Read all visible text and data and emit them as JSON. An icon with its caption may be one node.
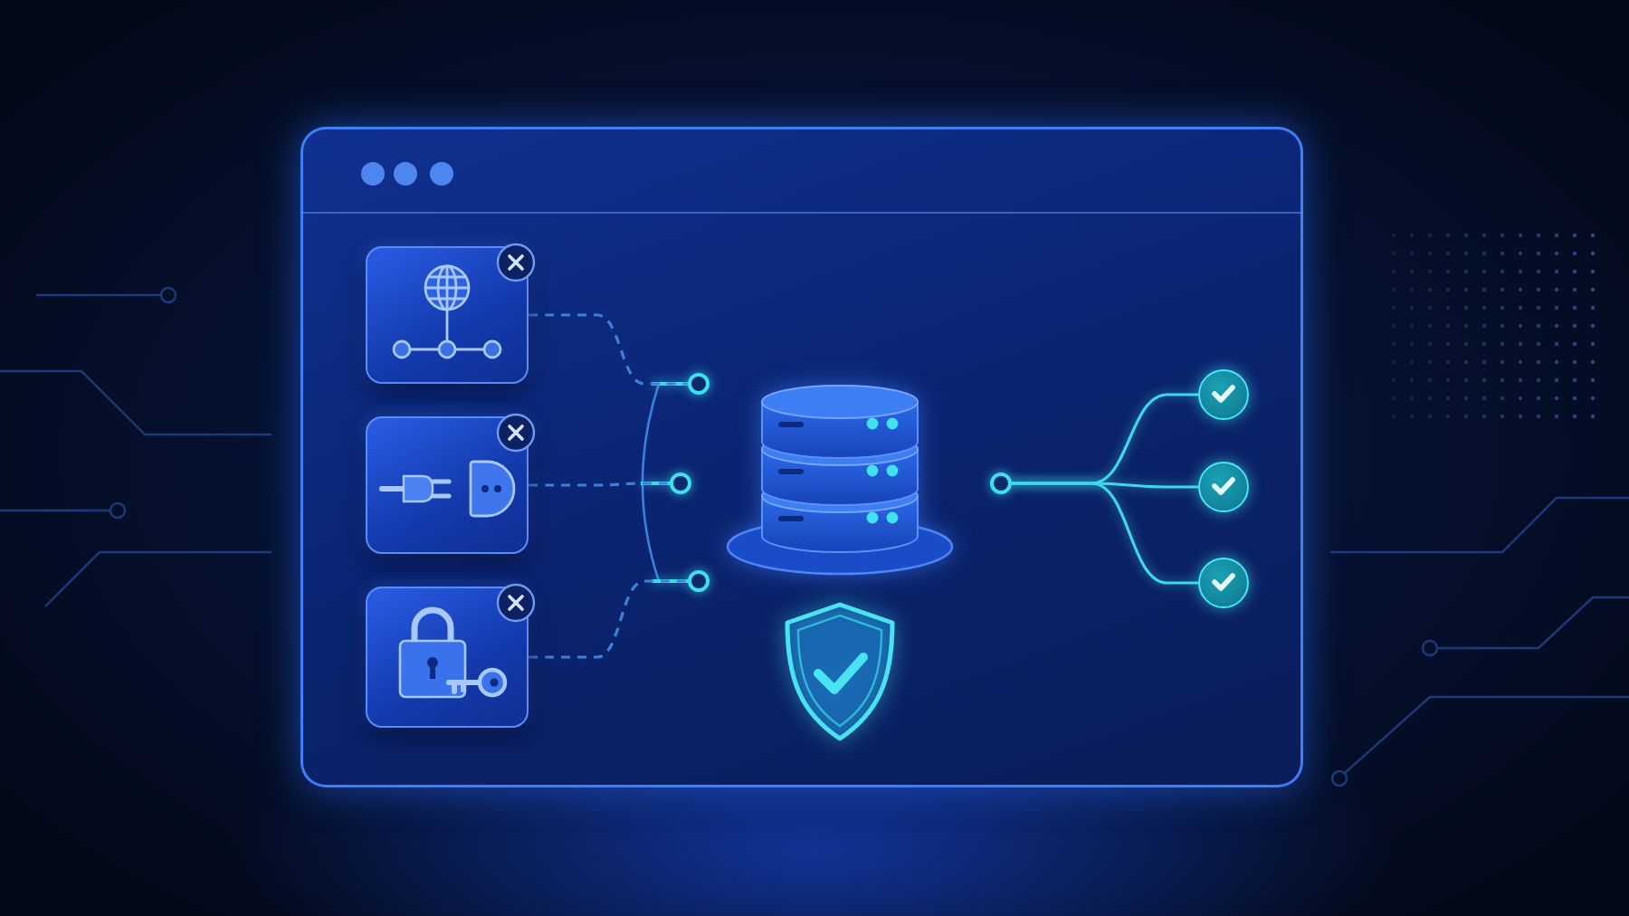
{
  "diagram": {
    "nodes": [
      {
        "text": [],
        "shape": "box"
      },
      {
        "text": [],
        "shape": "box",
        "in": 0
      },
      {
        "text": [],
        "shape": "box",
        "in": 0
      },
      {
        "text": [],
        "shape": "box",
        "in": 0
      },
      {
        "text": [],
        "shape": "circle",
        "in": 0
      },
      {
        "text": [],
        "shape": "circle",
        "in": 0
      },
      {
        "text": [],
        "shape": "circle",
        "in": 0
      },
      {
        "text": [],
        "shape": "cylinder",
        "in": 0
      },
      {
        "text": [],
        "shape": "picture",
        "in": 0
      },
      {
        "text": [],
        "shape": "circle",
        "in": 0
      },
      {
        "text": [],
        "shape": "circle",
        "in": 0
      },
      {
        "text": [],
        "shape": "circle",
        "in": 0
      },
      {
        "text": [],
        "shape": "circle",
        "in": 0
      }
    ],
    "edges": [
      {
        "from": 1,
        "to": 4,
        "arrow": "none",
        "style": "dashed",
        "color": "#3f7fdc"
      },
      {
        "from": 2,
        "to": 5,
        "arrow": "none",
        "style": "dashed",
        "color": "#3f7fdc"
      },
      {
        "from": 3,
        "to": 6,
        "arrow": "none",
        "style": "dashed",
        "color": "#3f7fdc"
      },
      {
        "from": 9,
        "to": 10,
        "arrow": "none"
      },
      {
        "from": 9,
        "to": 11,
        "arrow": "none"
      },
      {
        "from": 9,
        "to": 12,
        "arrow": "none"
      }
    ]
  }
}
